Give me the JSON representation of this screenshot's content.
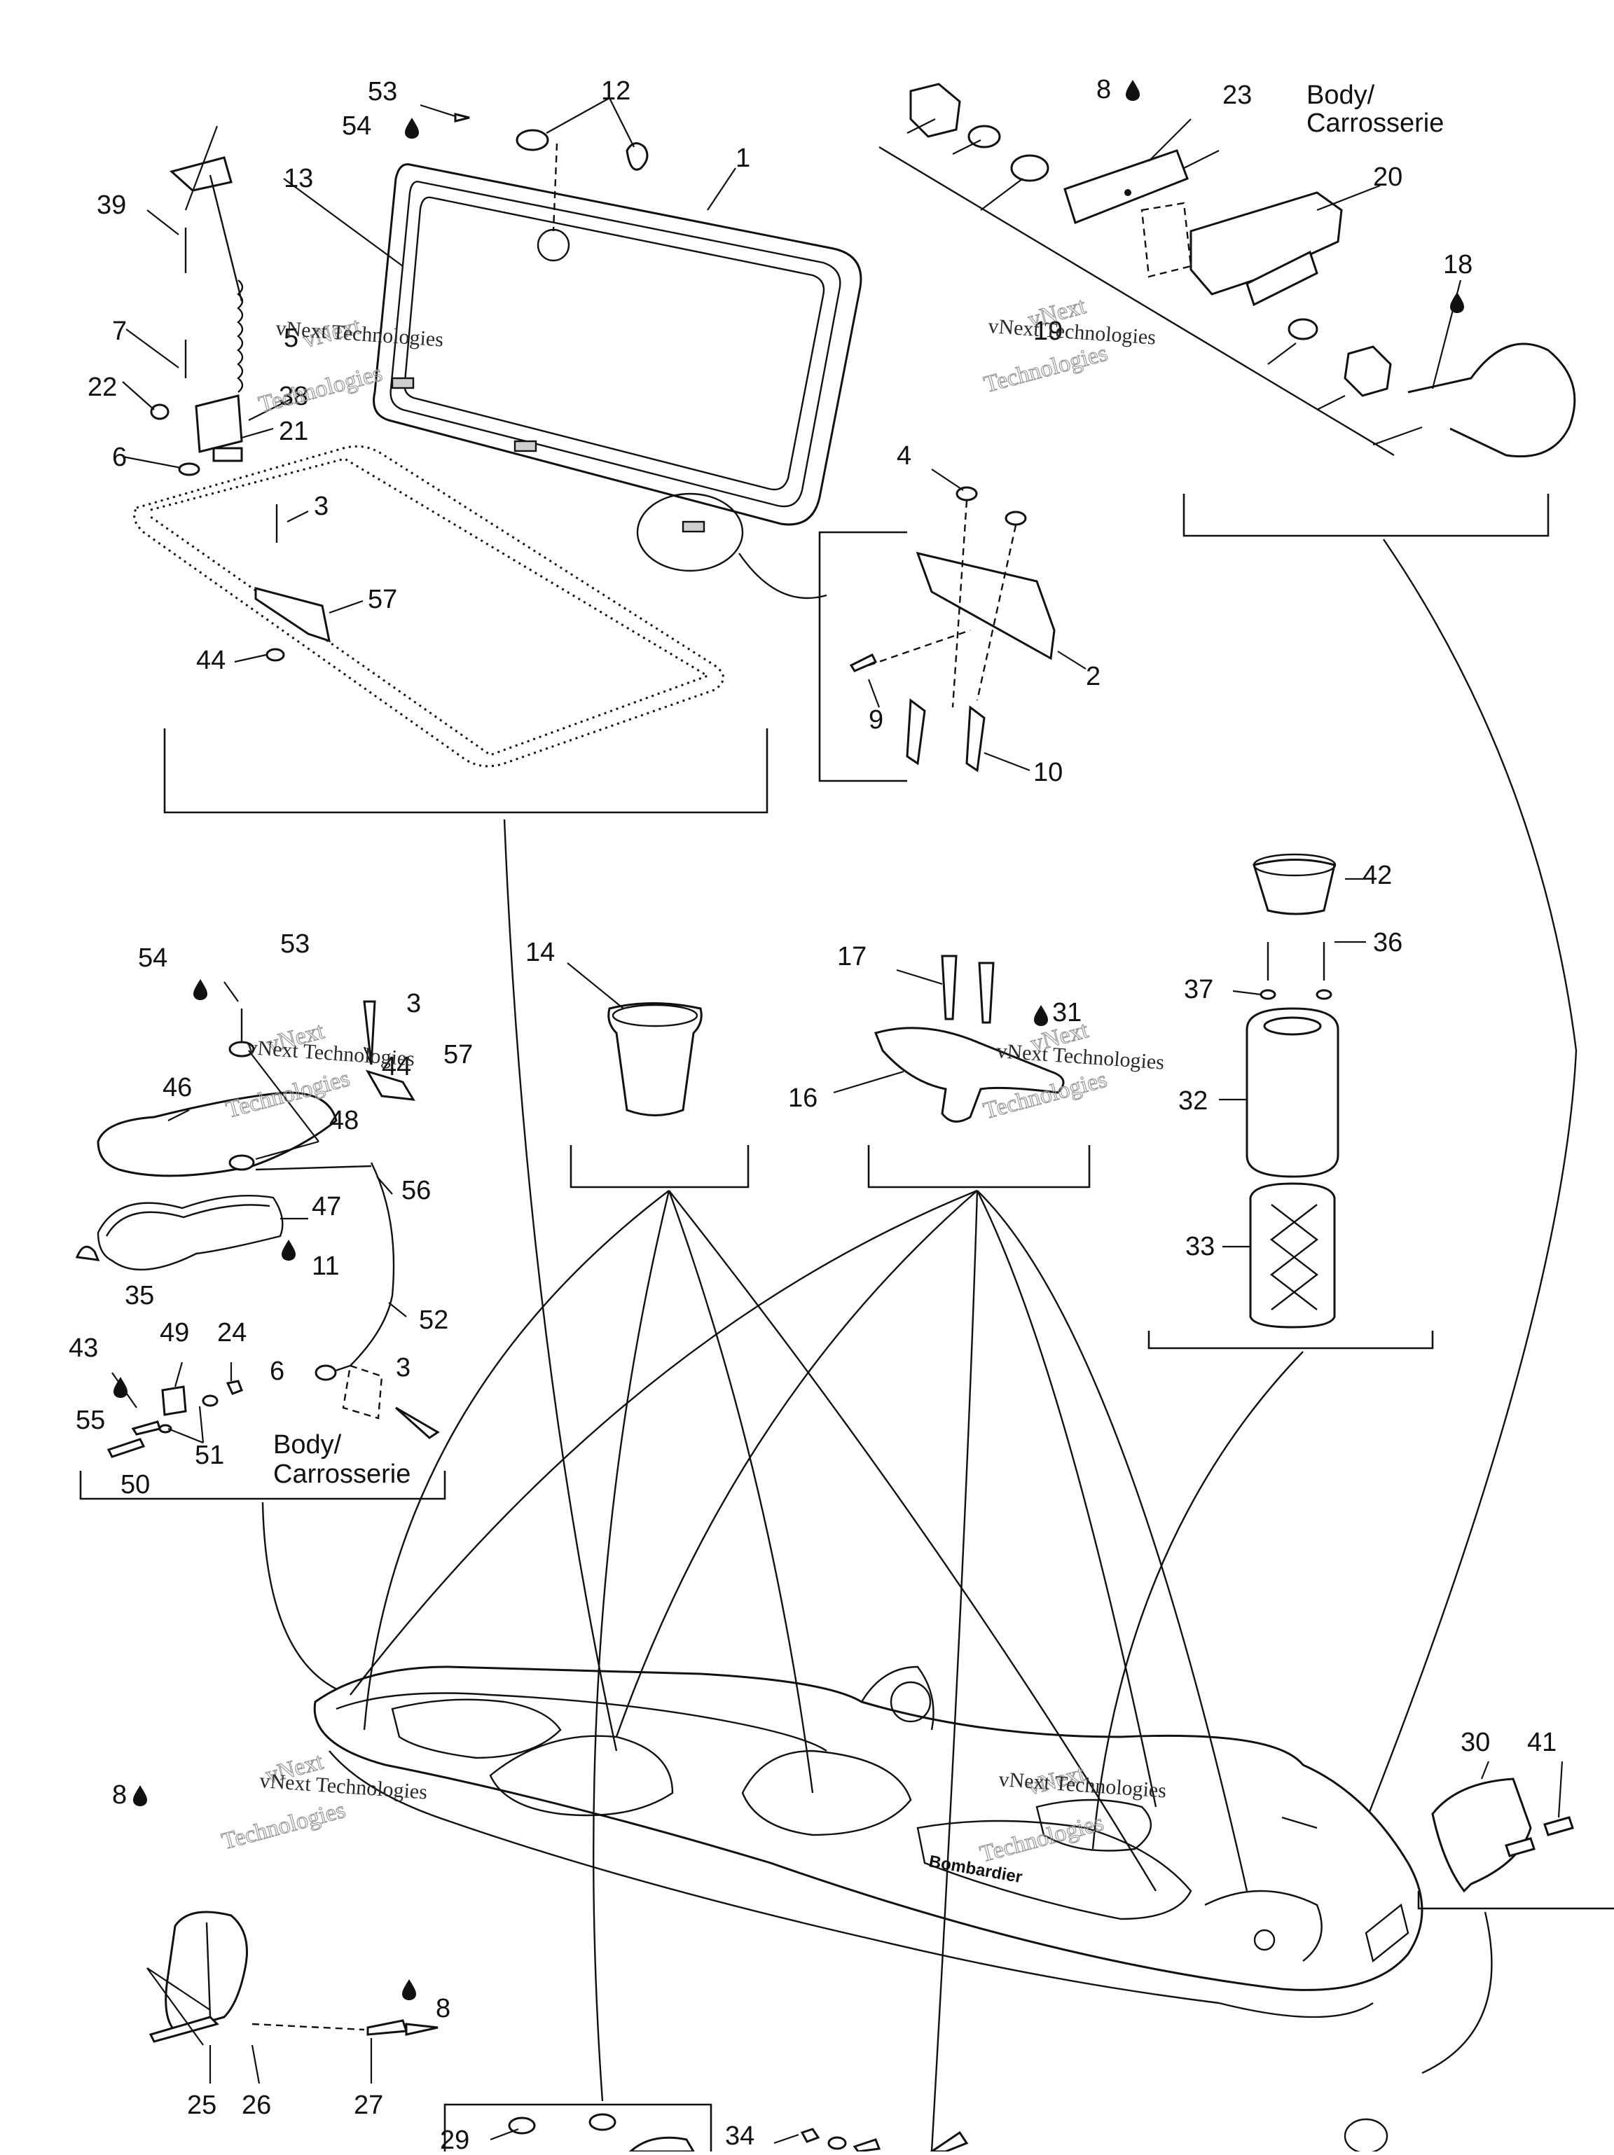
{
  "diagram": {
    "callouts": [
      {
        "id": "c1",
        "text": "1"
      },
      {
        "id": "c2",
        "text": "2"
      },
      {
        "id": "c3a",
        "text": "3"
      },
      {
        "id": "c3b",
        "text": "3"
      },
      {
        "id": "c3c",
        "text": "3"
      },
      {
        "id": "c4",
        "text": "4"
      },
      {
        "id": "c5",
        "text": "5"
      },
      {
        "id": "c6a",
        "text": "6"
      },
      {
        "id": "c6b",
        "text": "6"
      },
      {
        "id": "c7",
        "text": "7"
      },
      {
        "id": "c8a",
        "text": "8"
      },
      {
        "id": "c8b",
        "text": "8"
      },
      {
        "id": "c8c",
        "text": "8"
      },
      {
        "id": "c9",
        "text": "9"
      },
      {
        "id": "c10",
        "text": "10"
      },
      {
        "id": "c11",
        "text": "11"
      },
      {
        "id": "c12",
        "text": "12"
      },
      {
        "id": "c13",
        "text": "13"
      },
      {
        "id": "c14",
        "text": "14"
      },
      {
        "id": "c16",
        "text": "16"
      },
      {
        "id": "c17",
        "text": "17"
      },
      {
        "id": "c18",
        "text": "18"
      },
      {
        "id": "c19",
        "text": "19"
      },
      {
        "id": "c20",
        "text": "20"
      },
      {
        "id": "c21",
        "text": "21"
      },
      {
        "id": "c22",
        "text": "22"
      },
      {
        "id": "c23",
        "text": "23"
      },
      {
        "id": "c24",
        "text": "24"
      },
      {
        "id": "c25",
        "text": "25"
      },
      {
        "id": "c26",
        "text": "26"
      },
      {
        "id": "c27",
        "text": "27"
      },
      {
        "id": "c29",
        "text": "29"
      },
      {
        "id": "c30",
        "text": "30"
      },
      {
        "id": "c31",
        "text": "31"
      },
      {
        "id": "c32",
        "text": "32"
      },
      {
        "id": "c33",
        "text": "33"
      },
      {
        "id": "c34",
        "text": "34"
      },
      {
        "id": "c35",
        "text": "35"
      },
      {
        "id": "c36",
        "text": "36"
      },
      {
        "id": "c37",
        "text": "37"
      },
      {
        "id": "c38",
        "text": "38"
      },
      {
        "id": "c39",
        "text": "39"
      },
      {
        "id": "c41",
        "text": "41"
      },
      {
        "id": "c42",
        "text": "42"
      },
      {
        "id": "c43",
        "text": "43"
      },
      {
        "id": "c44a",
        "text": "44"
      },
      {
        "id": "c44b",
        "text": "44"
      },
      {
        "id": "c46",
        "text": "46"
      },
      {
        "id": "c47",
        "text": "47"
      },
      {
        "id": "c48",
        "text": "48"
      },
      {
        "id": "c49",
        "text": "49"
      },
      {
        "id": "c50",
        "text": "50"
      },
      {
        "id": "c51",
        "text": "51"
      },
      {
        "id": "c52",
        "text": "52"
      },
      {
        "id": "c53a",
        "text": "53"
      },
      {
        "id": "c53b",
        "text": "53"
      },
      {
        "id": "c54a",
        "text": "54"
      },
      {
        "id": "c54b",
        "text": "54"
      },
      {
        "id": "c55",
        "text": "55"
      },
      {
        "id": "c56",
        "text": "56"
      },
      {
        "id": "c57a",
        "text": "57"
      },
      {
        "id": "c57b",
        "text": "57"
      }
    ],
    "body_label_line1": "Body/",
    "body_label_line2": "Carrosserie",
    "hull_brand": "Bombardier",
    "watermark_line1": "vNext",
    "watermark_line2": "Technologies",
    "watermark_small": "vNext Technologies",
    "icons": [
      "sealant-drop-icon"
    ],
    "colors": {
      "ink": "#111111",
      "watermark": "#9a9a9a",
      "background": "#ffffff"
    }
  }
}
